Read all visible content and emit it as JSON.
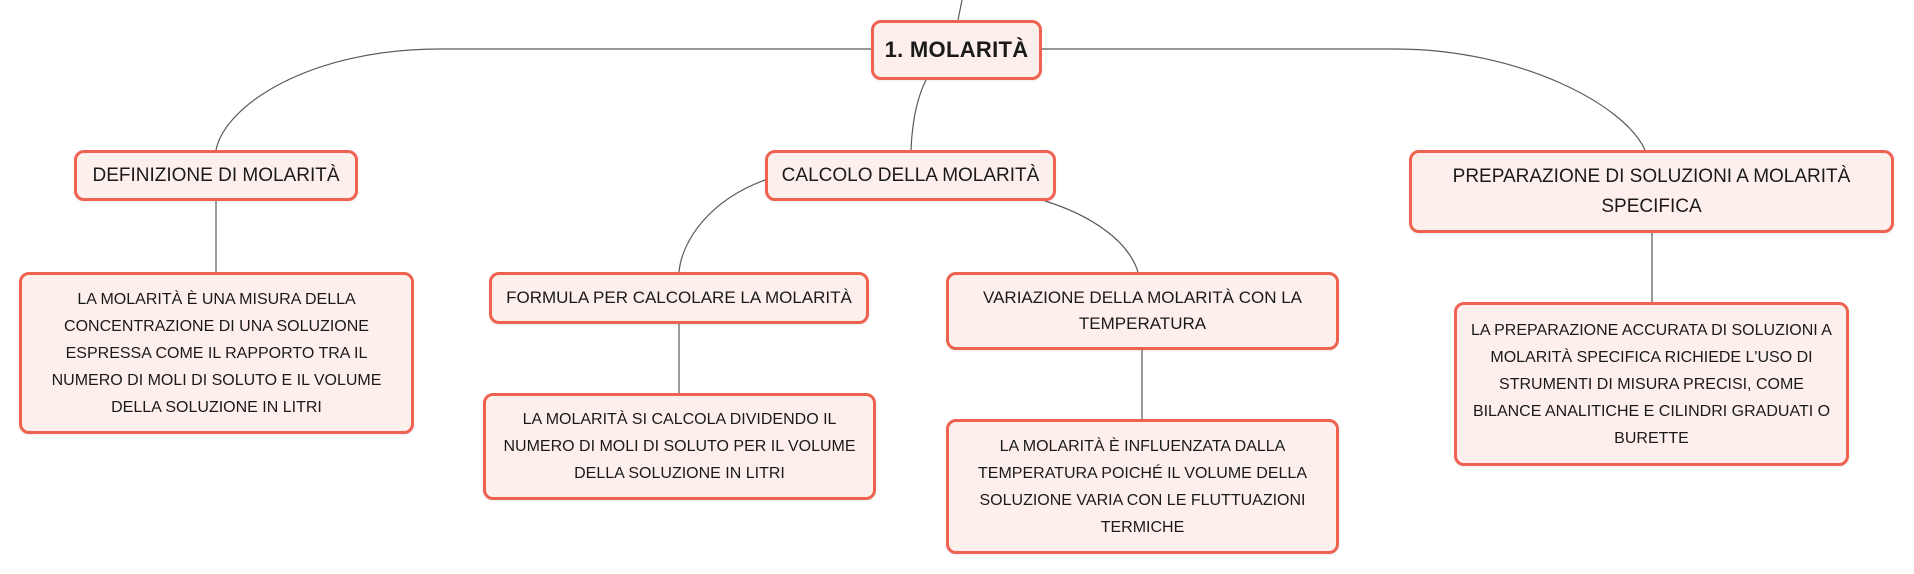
{
  "colors": {
    "node_border": "#ef6250",
    "node_fill": "#fdf0ec",
    "connector": "#5a5a5a"
  },
  "root": {
    "label": "1. MOLARITÀ"
  },
  "branches": [
    {
      "label": "DEFINIZIONE DI MOLARITÀ",
      "detail": "LA MOLARITÀ È UNA MISURA DELLA CONCENTRAZIONE DI UNA SOLUZIONE ESPRESSA COME IL RAPPORTO TRA IL NUMERO DI MOLI DI SOLUTO E IL VOLUME DELLA SOLUZIONE IN LITRI"
    },
    {
      "label": "CALCOLO DELLA MOLARITÀ",
      "subtopics": [
        {
          "label": "FORMULA PER CALCOLARE LA MOLARITÀ",
          "detail": "LA MOLARITÀ SI CALCOLA DIVIDENDO IL NUMERO DI MOLI DI SOLUTO PER IL VOLUME DELLA SOLUZIONE IN LITRI"
        },
        {
          "label": "VARIAZIONE DELLA MOLARITÀ CON LA TEMPERATURA",
          "detail": "LA MOLARITÀ È INFLUENZATA DALLA TEMPERATURA POICHÉ IL VOLUME DELLA SOLUZIONE VARIA CON LE FLUTTUAZIONI TERMICHE"
        }
      ]
    },
    {
      "label": "PREPARAZIONE DI SOLUZIONI A MOLARITÀ SPECIFICA",
      "detail": "LA PREPARAZIONE ACCURATA DI SOLUZIONI A MOLARITÀ SPECIFICA RICHIEDE L'USO DI STRUMENTI DI MISURA PRECISI, COME BILANCE ANALITICHE E CILINDRI GRADUATI O BURETTE"
    }
  ]
}
